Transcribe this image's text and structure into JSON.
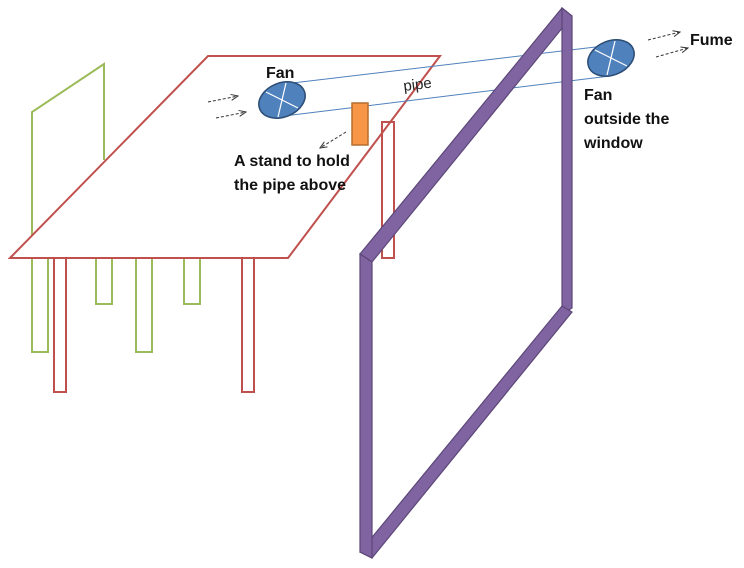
{
  "labels": {
    "fan_left": "Fan",
    "pipe": "pipe",
    "stand_line1": "A stand to hold",
    "stand_line2": "the pipe above",
    "fan_right_line1": "Fan",
    "fan_right_line2": "outside the",
    "fan_right_line3": "window",
    "fume": "Fume"
  },
  "colors": {
    "table": "#c0504d",
    "chair": "#9bbb59",
    "window_frame": "#8064a2",
    "window_frame_stroke": "#5c4778",
    "fan_fill": "#4f81bd",
    "fan_stroke": "#2c4d75",
    "pipe": "#4f81bd",
    "stand_fill": "#f79646",
    "stand_stroke": "#b66d2f",
    "arrow": "#333333"
  },
  "icons": {
    "fan_left": "fan-icon",
    "fan_right": "fan-icon",
    "stand": "stand-block"
  }
}
